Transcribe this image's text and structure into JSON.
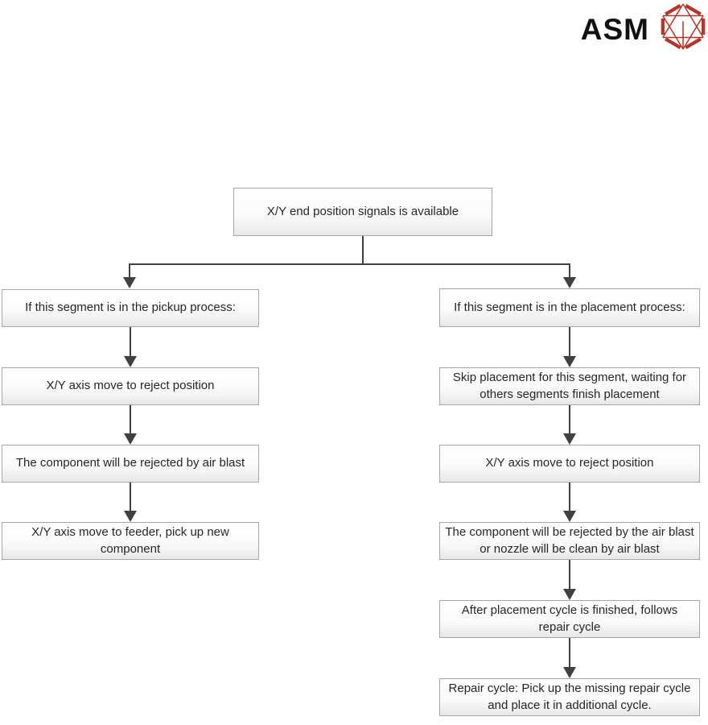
{
  "logo": {
    "text": "ASM",
    "text_color": "#111111",
    "icon": "hexagon-wireframe-icon",
    "icon_color": "#b4372c"
  },
  "flowchart": {
    "root": {
      "label": "X/Y end position signals is available"
    },
    "left_branch": [
      {
        "label": "If this segment is in the pickup process:"
      },
      {
        "label": "X/Y axis move to reject position"
      },
      {
        "label": "The component will be rejected by air blast"
      },
      {
        "label": "X/Y axis move to feeder, pick up new component"
      }
    ],
    "right_branch": [
      {
        "label": "If this segment is in the placement process:"
      },
      {
        "label": "Skip placement for this segment, waiting for others segments finish placement"
      },
      {
        "label": "X/Y axis move to reject position"
      },
      {
        "label": "The component will be rejected by the air blast or nozzle will be clean by air blast"
      },
      {
        "label": "After placement cycle is finished, follows repair cycle"
      },
      {
        "label": "Repair cycle: Pick up the missing repair cycle and place it in additional cycle."
      }
    ],
    "style": {
      "box_border": "#a6a6a6",
      "box_fill_top": "#ffffff",
      "box_fill_bottom": "#e8e8e8",
      "connector_color": "#404040",
      "text_color": "#262626"
    }
  }
}
